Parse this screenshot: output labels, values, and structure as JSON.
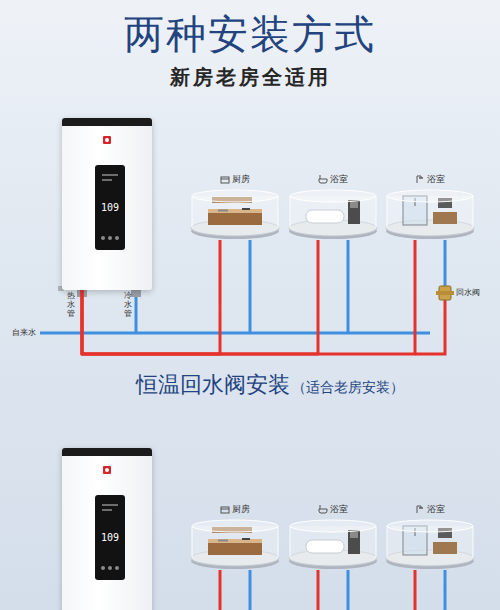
{
  "diagram": {
    "title": "两种安装方式",
    "nodes": [
      {
        "text": [
          "109"
        ]
      },
      {
        "text": [
          "厨房"
        ]
      },
      {
        "text": [
          "浴室"
        ]
      },
      {
        "text": [
          "浴室"
        ]
      },
      {
        "text": [
          "109"
        ]
      },
      {
        "text": [
          "厨房"
        ]
      },
      {
        "text": [
          "浴室"
        ]
      },
      {
        "text": [
          "浴室"
        ]
      }
    ],
    "edges": [
      {
        "from": 0,
        "to": 1,
        "arrow": "none"
      },
      {
        "from": 0,
        "to": 2,
        "arrow": "none"
      },
      {
        "from": 0,
        "to": 3,
        "arrow": "none"
      }
    ],
    "labels": [
      "新房老房全适用",
      "热水管",
      "冷水管",
      "自来水",
      "回水阀",
      "恒温回水阀安装",
      "（适合老房安装）"
    ]
  }
}
